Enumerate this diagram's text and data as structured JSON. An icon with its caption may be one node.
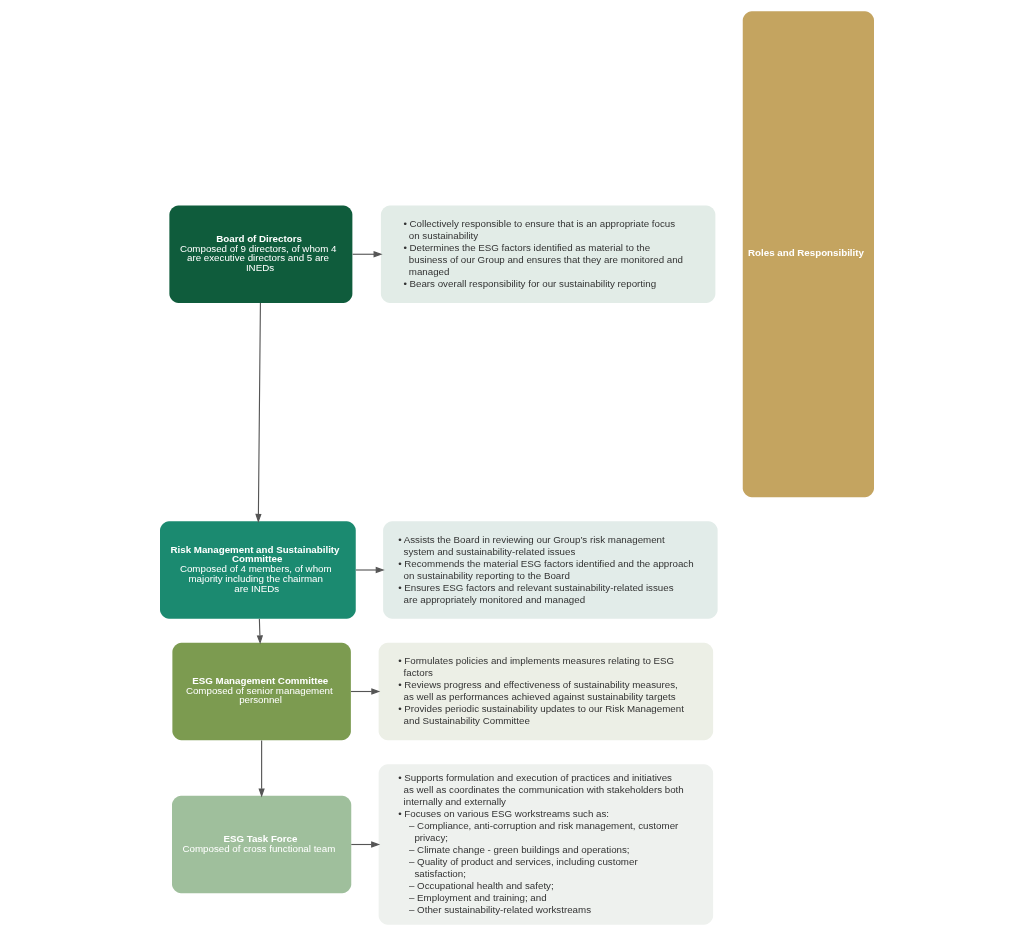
{
  "diagram": {
    "nodes": [
      {
        "text": [
          "Board of Directors",
          "Composed of 9 directors, of whom 4 are executive directors and 5 are INEDs"
        ]
      },
      {
        "text": [
          "• Collectively responsible to ensure that is an appropriate focus on sustainability",
          "• Determines the ESG factors identified as material to the business of our Group and ensures that they are monitored and managed",
          "• Bears overall responsibility for our sustainability reporting"
        ]
      },
      {
        "text": [
          "Risk Management and Sustainability Committee",
          "Composed of 4 members, of whom majority including the chairman are INEDs"
        ]
      },
      {
        "text": [
          "• Assists the Board in reviewing our Group’s risk management system and sustainability-related issues",
          "• Recommends the material ESG factors identified and the approach on sustainability reporting to the Board",
          "• Ensures ESG factors and relevant sustainability-related issues are appropriately monitored and managed"
        ]
      },
      {
        "text": [
          "ESG Management Committee",
          "Composed of senior management personnel"
        ]
      },
      {
        "text": [
          "• Formulates policies and implements measures relating to ESG factors",
          "• Reviews progress and effectiveness of sustainability measures, as well as performances achieved against sustainability targets",
          "• Provides periodic sustainability updates to our Risk Management and Sustainability Committee"
        ]
      },
      {
        "text": [
          "ESG Task Force",
          "Composed of cross functional team"
        ]
      },
      {
        "text": [
          "• Supports formulation and execution of practices and initiatives as well as coordinates the communication with stakeholders both internally and externally",
          "• Focuses on various ESG workstreams such as:",
          "– Compliance, anti-corruption and risk management, customer privacy;",
          "– Climate change - green buildings and operations;",
          "– Quality of product and services, including customer satisfaction;",
          "– Occupational health and safety;",
          "– Employment and training; and",
          "– Other sustainability-related workstreams"
        ]
      },
      {
        "text": [
          "Roles and Responsibility"
        ]
      }
    ],
    "edges": [
      {
        "from": 0,
        "to": 1,
        "arrow": "to"
      },
      {
        "from": 0,
        "to": 2,
        "arrow": "to"
      },
      {
        "from": 2,
        "to": 3,
        "arrow": "to"
      },
      {
        "from": 2,
        "to": 4,
        "arrow": "to"
      },
      {
        "from": 4,
        "to": 5,
        "arrow": "to"
      },
      {
        "from": 4,
        "to": 6,
        "arrow": "to"
      },
      {
        "from": 6,
        "to": 7,
        "arrow": "to"
      }
    ]
  }
}
